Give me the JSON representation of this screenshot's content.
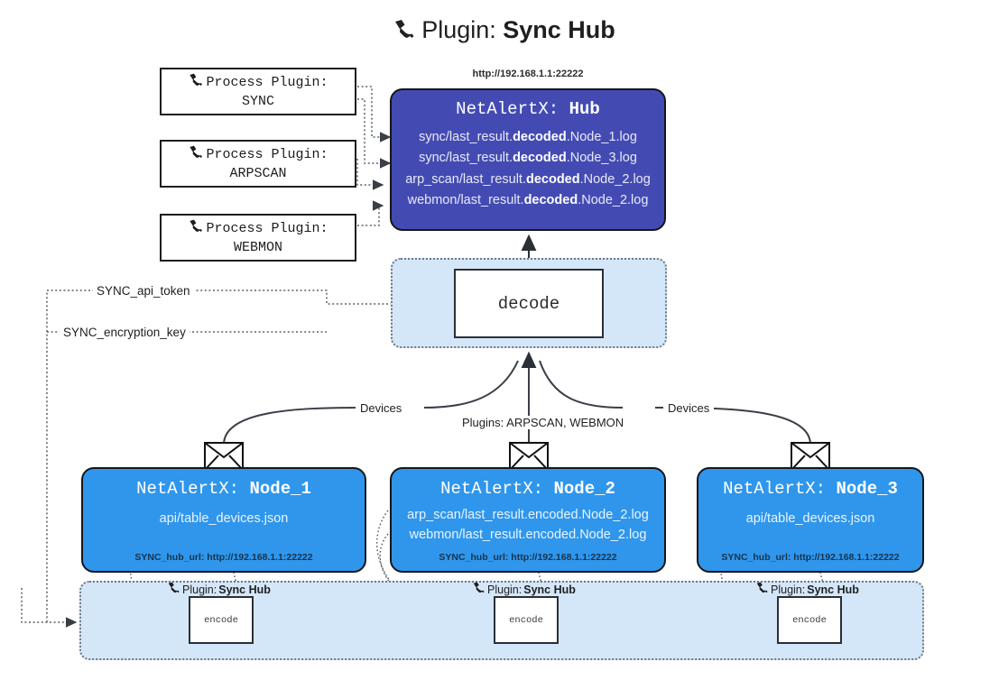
{
  "title": {
    "prefix": "Plugin:",
    "name": "Sync Hub",
    "icon": "plug-icon"
  },
  "process_plugins": [
    {
      "label": "Process Plugin:",
      "name": "SYNC",
      "icon": "plug-icon"
    },
    {
      "label": "Process Plugin:",
      "name": "ARPSCAN",
      "icon": "plug-icon"
    },
    {
      "label": "Process Plugin:",
      "name": "WEBMON",
      "icon": "plug-icon"
    }
  ],
  "hub": {
    "url": "http://192.168.1.1:22222",
    "title_prefix": "NetAlertX:",
    "title_name": "Hub",
    "lines": [
      {
        "pre": "sync/last_result.",
        "strong": "decoded",
        "post": ".Node_1.log"
      },
      {
        "pre": "sync/last_result.",
        "strong": "decoded",
        "post": ".Node_3.log"
      },
      {
        "pre": "arp_scan/last_result.",
        "strong": "decoded",
        "post": ".Node_2.log"
      },
      {
        "pre": "webmon/last_result.",
        "strong": "decoded",
        "post": ".Node_2.log"
      }
    ]
  },
  "decode": {
    "label": "decode"
  },
  "secrets": [
    {
      "label": "SYNC_api_token"
    },
    {
      "label": "SYNC_encryption_key"
    }
  ],
  "edge_labels": {
    "devices_left": "Devices",
    "devices_right": "Devices",
    "plugins_middle": "Plugins: ARPSCAN, WEBMON"
  },
  "nodes": [
    {
      "title_prefix": "NetAlertX:",
      "title_name": "Node_1",
      "lines": [
        "api/table_devices.json"
      ],
      "foot": "SYNC_hub_url: http://192.168.1.1:22222",
      "icon": "envelope-icon"
    },
    {
      "title_prefix": "NetAlertX:",
      "title_name": "Node_2",
      "lines": [
        "arp_scan/last_result.encoded.Node_2.log",
        "webmon/last_result.encoded.Node_2.log"
      ],
      "foot": "SYNC_hub_url: http://192.168.1.1:22222",
      "icon": "envelope-icon"
    },
    {
      "title_prefix": "NetAlertX:",
      "title_name": "Node_3",
      "lines": [
        "api/table_devices.json"
      ],
      "foot": "SYNC_hub_url: http://192.168.1.1:22222",
      "icon": "envelope-icon"
    }
  ],
  "bottom_plugins": [
    {
      "cap_prefix": "Plugin:",
      "cap_name": "Sync Hub",
      "box": "encode",
      "icon": "plug-icon"
    },
    {
      "cap_prefix": "Plugin:",
      "cap_name": "Sync Hub",
      "box": "encode",
      "icon": "plug-icon"
    },
    {
      "cap_prefix": "Plugin:",
      "cap_name": "Sync Hub",
      "box": "encode",
      "icon": "plug-icon"
    }
  ],
  "colors": {
    "hub": "#434bb3",
    "node": "#2f96ec",
    "region": "#d4e7f9",
    "stroke": "#16161b"
  }
}
